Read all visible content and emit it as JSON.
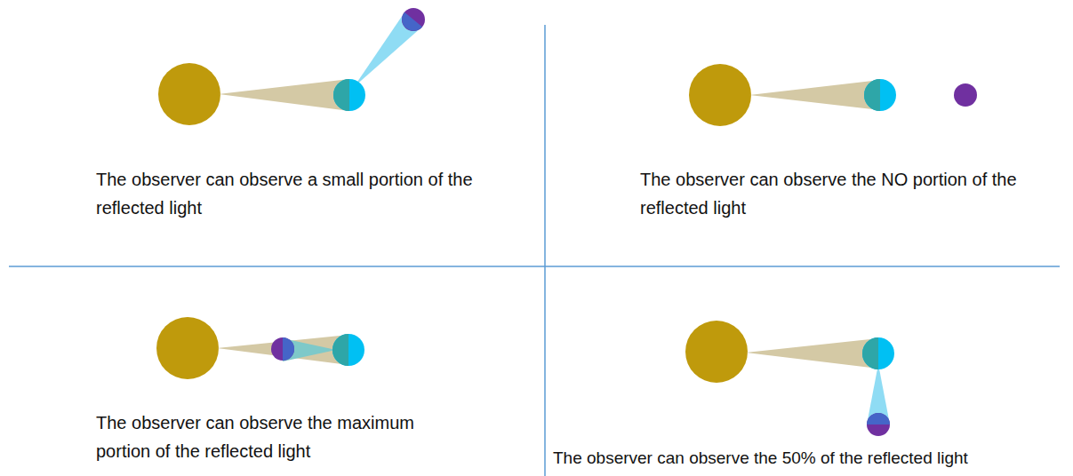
{
  "diagram": {
    "labels": [
      "The observer can observe a small portion of the reflected light",
      "The observer can observe the NO portion of the reflected light",
      "The observer can observe the maximum portion of the reflected light",
      "The observer can observe the 50% of the reflected light"
    ]
  }
}
